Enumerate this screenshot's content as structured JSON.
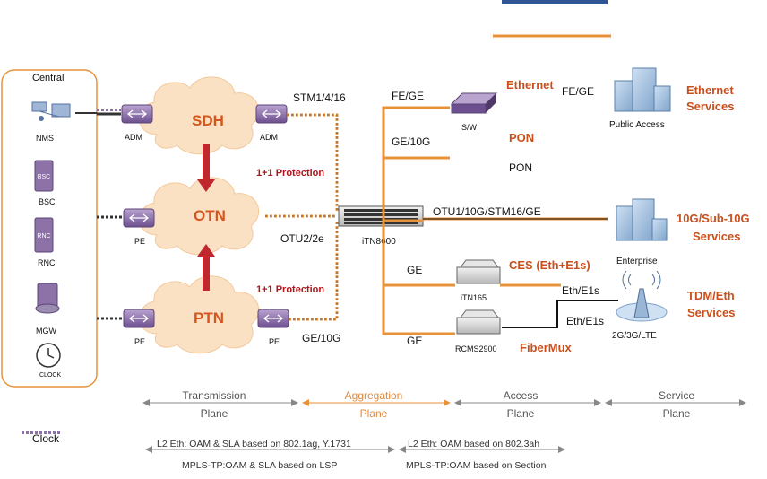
{
  "central": {
    "title": "Central",
    "items": [
      "NMS",
      "BSC",
      "RNC",
      "MGW",
      "CLOCK"
    ],
    "bsc_icon_text": "BSC",
    "rnc_icon_text": "RNC"
  },
  "clouds": {
    "sdh": "SDH",
    "otn": "OTN",
    "ptn": "PTN"
  },
  "nodes": {
    "adm_left": "ADM",
    "adm_right": "ADM",
    "pe_otn": "PE",
    "pe_ptn_left": "PE",
    "pe_ptn_right": "PE",
    "itn8600": "iTN8600",
    "sw": "S/W",
    "itn165": "iTN165",
    "rcms2900": "RCMS2900"
  },
  "links": {
    "stm": "STM1/4/16",
    "protection_top": "1+1 Protection",
    "protection_bottom": "1+1 Protection",
    "otu2": "OTU2/2e",
    "ge10g_ptn": "GE/10G",
    "fe_ge_left": "FE/GE",
    "fe_ge_right": "FE/GE",
    "ge_10g": "GE/10G",
    "otu1": "OTU1/10G/STM16/GE",
    "ge_itn165": "GE",
    "ge_rcms": "GE",
    "eth_e1_top": "Eth/E1s",
    "eth_e1_bottom": "Eth/E1s"
  },
  "services": {
    "ethernet_label": "Ethernet",
    "pon_label": "PON",
    "pon_text": "PON",
    "ces_label": "CES (Eth+E1s)",
    "fibermux_label": "FiberMux",
    "public_access": "Public Access",
    "enterprise": "Enterprise",
    "mobile": "2G/3G/LTE",
    "ethernet_services": [
      "Ethernet",
      "Services"
    ],
    "subg_services": [
      "10G/Sub-10G",
      "Services"
    ],
    "tdm_services": [
      "TDM/Eth",
      "Services"
    ]
  },
  "planes": {
    "transmission": [
      "Transmission",
      "Plane"
    ],
    "aggregation": [
      "Aggregation",
      "Plane"
    ],
    "access": [
      "Access",
      "Plane"
    ],
    "service": [
      "Service",
      "Plane"
    ]
  },
  "legend": {
    "clock": "Clock"
  },
  "notes": {
    "left_1": "L2 Eth: OAM & SLA based on 802.1ag, Y.1731",
    "left_2": "MPLS-TP:OAM & SLA based on LSP",
    "right_1": "L2 Eth: OAM based on 802.3ah",
    "right_2": "MPLS-TP:OAM based on Section"
  },
  "colors": {
    "orange": "#e8923a",
    "cloud": "#fbe1c4",
    "red_text": "#b0141b",
    "arrow": "#c0282e",
    "device": "#8d72a8"
  },
  "icons": {
    "switch": "router-icon",
    "server": "server-icon",
    "building": "building-icon",
    "antenna": "cell-tower-icon",
    "clock": "clock-icon"
  }
}
